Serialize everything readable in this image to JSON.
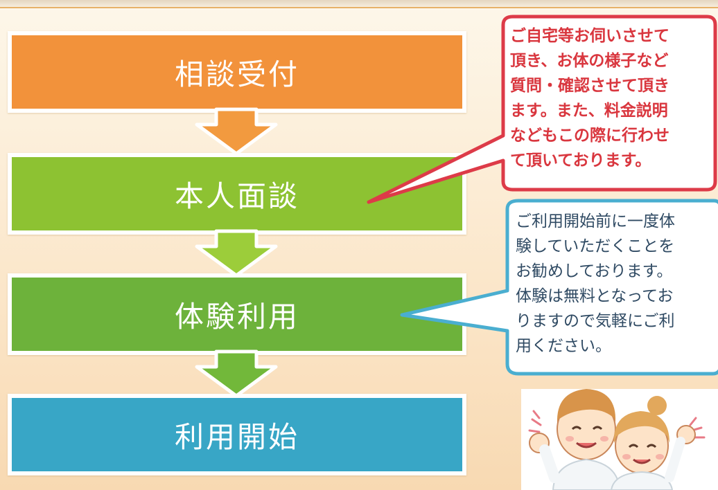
{
  "steps": [
    {
      "label": "相談受付",
      "color": "#f2923a"
    },
    {
      "label": "本人面談",
      "color": "#8dc232"
    },
    {
      "label": "体験利用",
      "color": "#6db23a"
    },
    {
      "label": "利用開始",
      "color": "#37a6c6"
    }
  ],
  "bubbles": {
    "interview": {
      "text": "ご自宅等お伺いさせて\n頂き、お体の様子など\n質問・確認させて頂き\nます。また、料金説明\nなどもこの際に行わせ\nて頂いております。",
      "border_color": "#dd3b48",
      "text_color": "#d9363e"
    },
    "trial": {
      "text": "ご利用開始前に一度体\n験していただくことを\nお勧めしております。\n体験は無料となってお\nりますので気軽にご利\n用ください。",
      "border_color": "#4aaed0",
      "text_color": "#2f4a63"
    }
  },
  "colors": {
    "arrow_orange": "#f29a3f",
    "arrow_lightgreen": "#9ccd3a",
    "arrow_green": "#72b83a"
  }
}
